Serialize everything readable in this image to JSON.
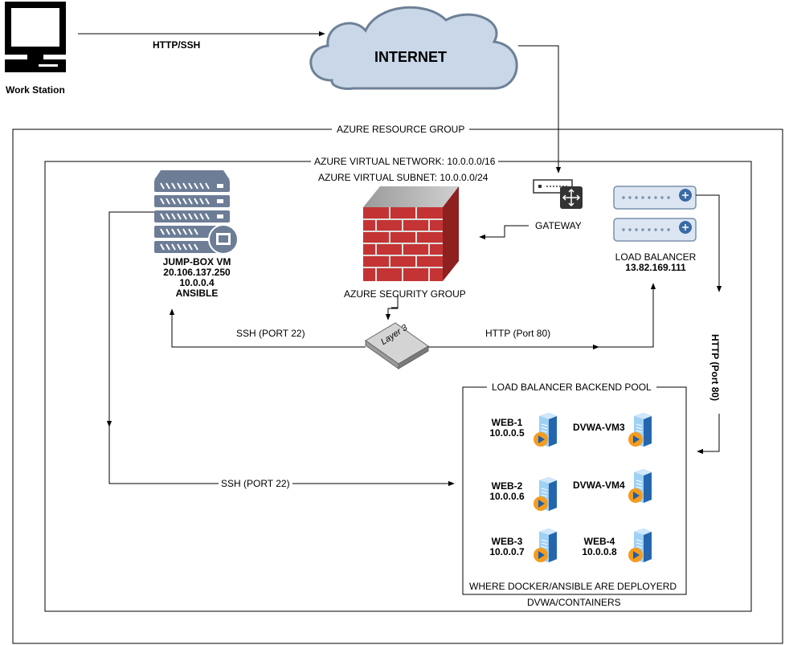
{
  "workstation": {
    "label": "Work Station"
  },
  "internet": {
    "label": "INTERNET"
  },
  "links": {
    "http_ssh": "HTTP/SSH",
    "ssh_port22_top": "SSH (PORT 22)",
    "http_port80": "HTTP (Port 80)",
    "http_port80_vertical": "HTTP (Port 80)",
    "ssh_port22_bottom": "SSH (PORT 22)"
  },
  "resource_group": {
    "label": "AZURE RESOURCE GROUP"
  },
  "vnet": {
    "label": "AZURE VIRTUAL NETWORK: 10.0.0.0/16",
    "subnet": "AZURE VIRTUAL SUBNET: 10.0.0.0/24"
  },
  "gateway": {
    "label": "GATEWAY"
  },
  "jumpbox": {
    "name": "JUMP-BOX VM",
    "public_ip": "20.106.137.250",
    "private_ip": "10.0.0.4",
    "role": "ANSIBLE"
  },
  "security_group": {
    "label": "AZURE SECURITY GROUP"
  },
  "switch": {
    "label": "Layer 3"
  },
  "load_balancer": {
    "name": "LOAD BALANCER",
    "ip": "13.82.169.111"
  },
  "backend_pool": {
    "title": "LOAD BALANCER BACKEND POOL",
    "footer": "WHERE DOCKER/ANSIBLE ARE DEPLOYERD",
    "servers": [
      {
        "name": "WEB-1",
        "ip": "10.0.0.5"
      },
      {
        "name": "DVWA-VM3",
        "ip": ""
      },
      {
        "name": "WEB-2",
        "ip": "10.0.0.6"
      },
      {
        "name": "DVWA-VM4",
        "ip": ""
      },
      {
        "name": "WEB-3",
        "ip": "10.0.0.7"
      },
      {
        "name": "WEB-4",
        "ip": "10.0.0.8"
      }
    ]
  },
  "containers": {
    "label": "DVWA/CONTAINERS"
  }
}
